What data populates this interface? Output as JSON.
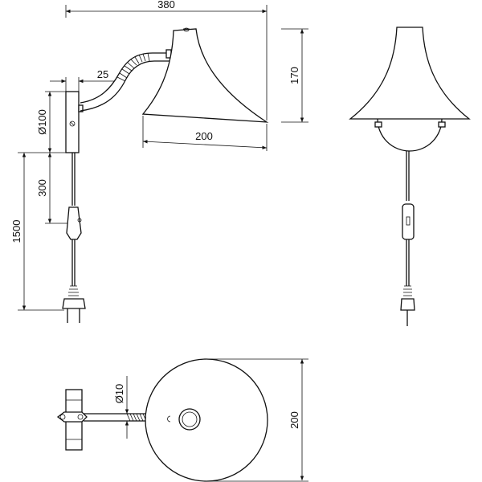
{
  "dimensions": {
    "overall_width": "380",
    "height": "170",
    "bracket_offset": "25",
    "shade_diameter": "200",
    "base_diameter": "Ø100",
    "switch_distance": "300",
    "cable_length": "1500",
    "arm_diameter": "Ø10",
    "back_plate_diameter": "200"
  },
  "colors": {
    "line": "#111111",
    "background": "#ffffff"
  }
}
